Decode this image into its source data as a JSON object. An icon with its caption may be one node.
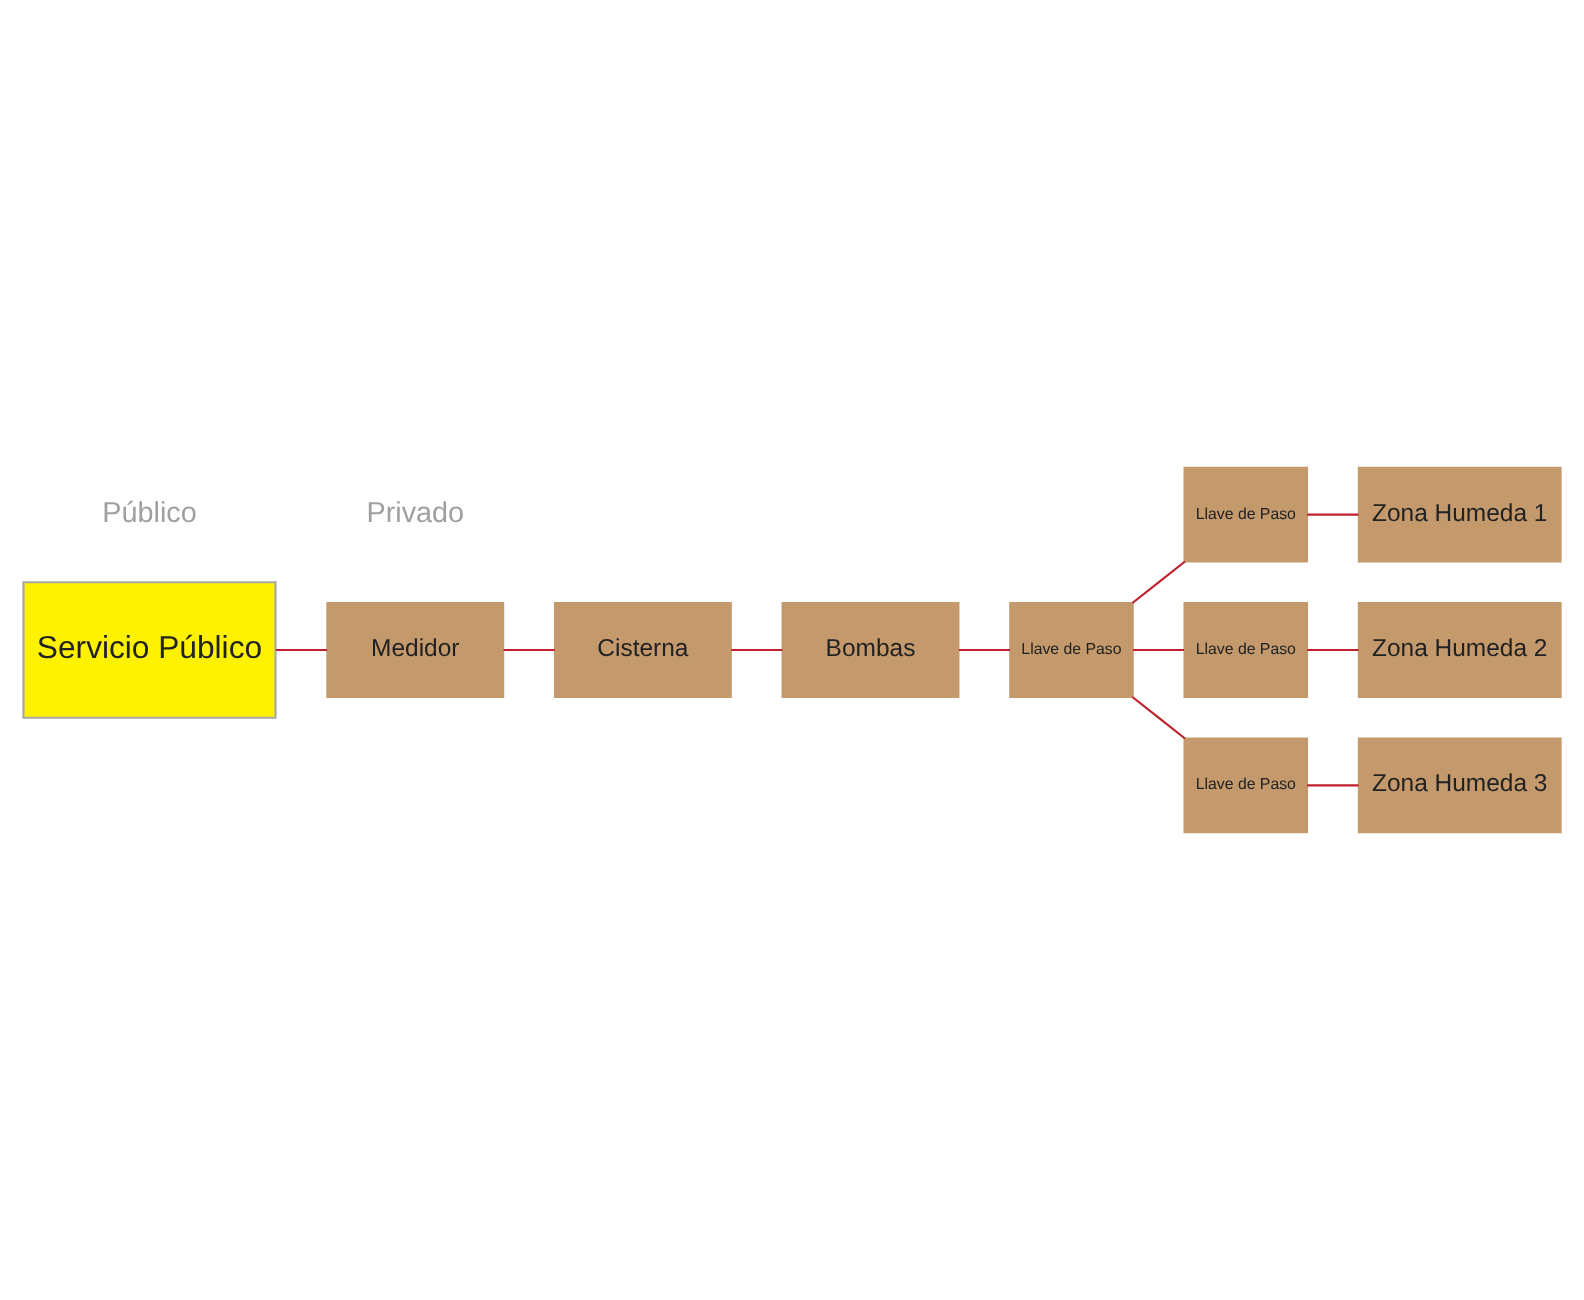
{
  "diagram": {
    "nodes": [
      {
        "text": [
          "Servicio Público"
        ]
      },
      {
        "text": [
          "Medidor"
        ]
      },
      {
        "text": [
          "Cisterna"
        ]
      },
      {
        "text": [
          "Bombas"
        ]
      },
      {
        "text": [
          "Llave de Paso"
        ]
      },
      {
        "text": [
          "Llave de Paso"
        ]
      },
      {
        "text": [
          "Zona Humeda 1"
        ]
      },
      {
        "text": [
          "Llave de Paso"
        ]
      },
      {
        "text": [
          "Zona Humeda 2"
        ]
      },
      {
        "text": [
          "Llave de Paso"
        ]
      },
      {
        "text": [
          "Zona Humeda 3"
        ]
      }
    ],
    "edges": [
      {
        "from": 0,
        "to": 1,
        "arrow": "none"
      },
      {
        "from": 1,
        "to": 2,
        "arrow": "none"
      },
      {
        "from": 2,
        "to": 3,
        "arrow": "none"
      },
      {
        "from": 3,
        "to": 4,
        "arrow": "none"
      },
      {
        "from": 4,
        "to": 5,
        "arrow": "none"
      },
      {
        "from": 4,
        "to": 7,
        "arrow": "none"
      },
      {
        "from": 4,
        "to": 9,
        "arrow": "none"
      },
      {
        "from": 5,
        "to": 6,
        "arrow": "none"
      },
      {
        "from": 7,
        "to": 8,
        "arrow": "none"
      },
      {
        "from": 9,
        "to": 10,
        "arrow": "none"
      }
    ],
    "labels": [
      "Público",
      "Privado"
    ]
  }
}
